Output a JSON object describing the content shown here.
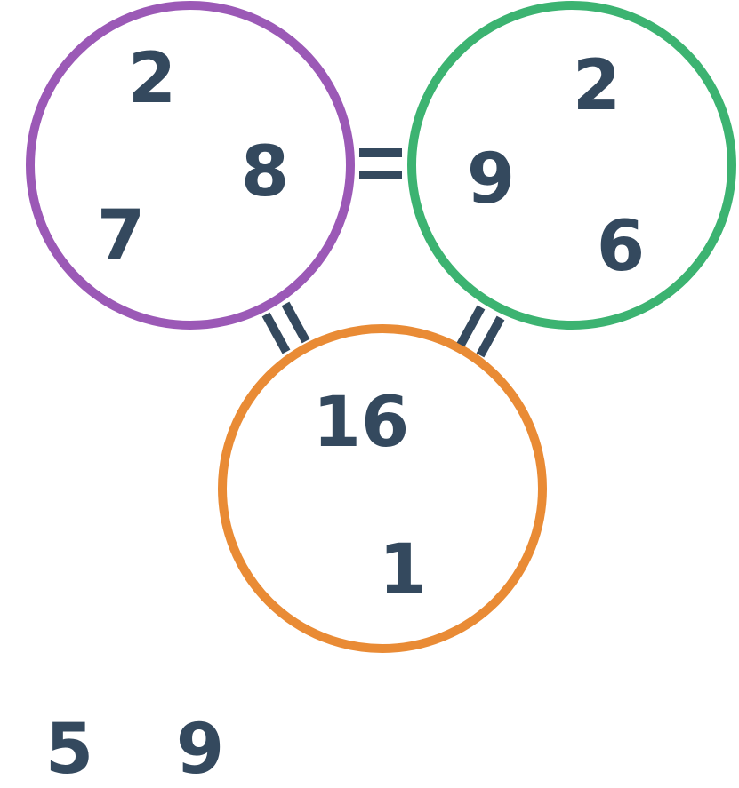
{
  "colors": {
    "text": "#34495e",
    "purple_circle": "#9b59b6",
    "green_circle": "#3cb371",
    "orange_circle": "#e98b35",
    "equals_sign": "#34495e",
    "background": "#ffffff"
  },
  "circles": {
    "purple": {
      "numbers": [
        "2",
        "8",
        "7"
      ]
    },
    "green": {
      "numbers": [
        "2",
        "9",
        "6"
      ]
    },
    "orange": {
      "numbers": [
        "16",
        "1"
      ]
    }
  },
  "answer_options": [
    "5",
    "9"
  ]
}
